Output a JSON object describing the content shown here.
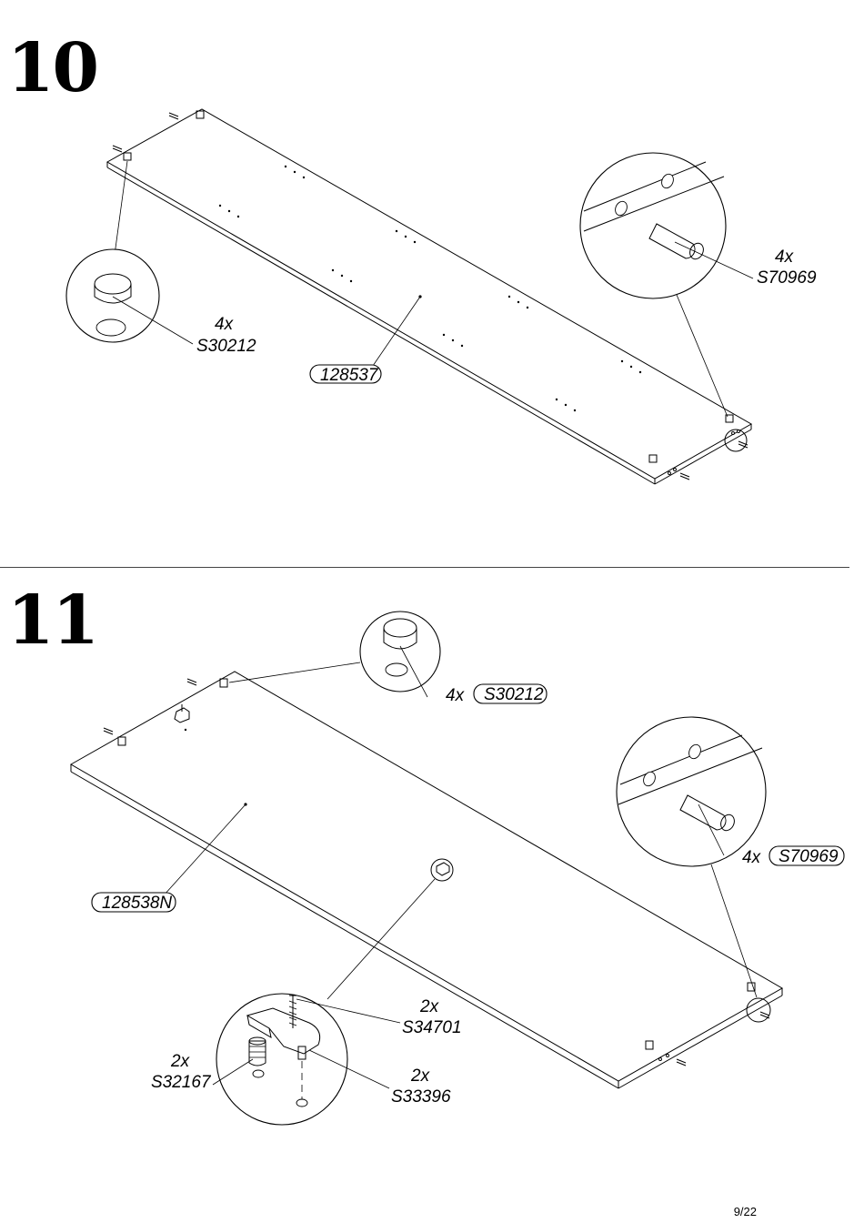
{
  "page": {
    "number": "9/22"
  },
  "steps": [
    {
      "number": "10",
      "labels": {
        "cam_qty": "4x",
        "cam_code": "S30212",
        "dowel_qty": "4x",
        "dowel_code": "S70969",
        "panel_code": "128537"
      }
    },
    {
      "number": "11",
      "labels": {
        "cam_qty": "4x",
        "cam_code": "S30212",
        "dowel_qty": "4x",
        "dowel_code": "S70969",
        "panel_code": "128538N",
        "screw_qty": "2x",
        "screw_code": "S34701",
        "bushing_qty": "2x",
        "bushing_code": "S32167",
        "clip_qty": "2x",
        "clip_code": "S33396"
      }
    }
  ]
}
